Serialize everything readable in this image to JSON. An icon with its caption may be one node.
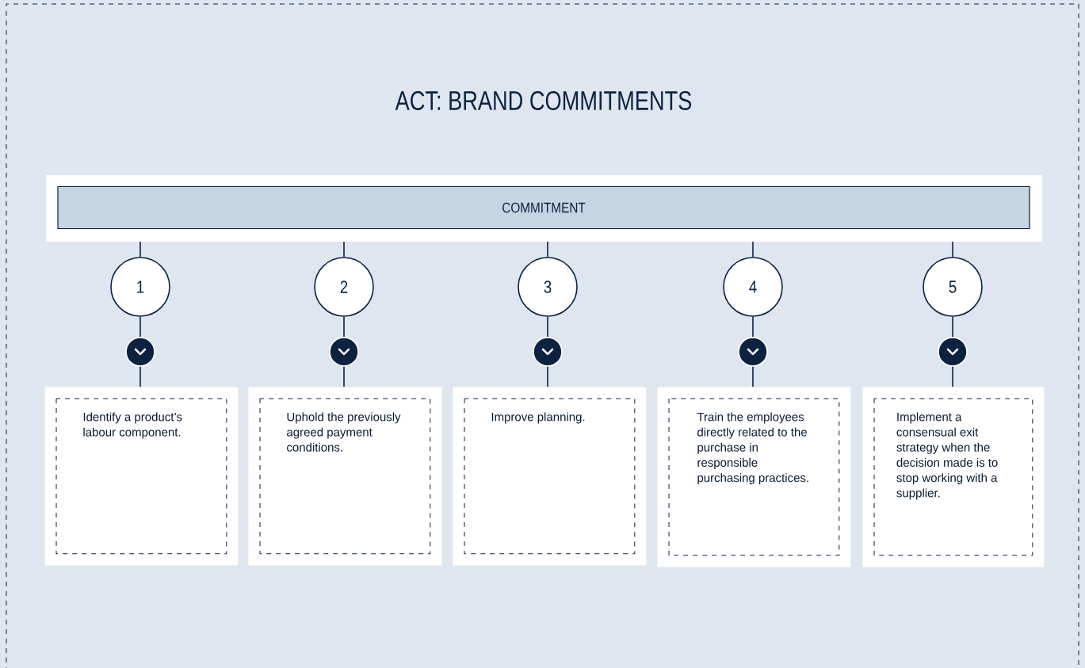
{
  "diagram": {
    "title": "ACT: BRAND COMMITMENTS",
    "nodes": [
      {
        "text": [
          "COMMITMENT"
        ]
      },
      {
        "text": [
          "1"
        ]
      },
      {
        "text": [
          "2"
        ]
      },
      {
        "text": [
          "3"
        ]
      },
      {
        "text": [
          "4"
        ]
      },
      {
        "text": [
          "5"
        ]
      },
      {
        "text": [
          "Identify a product’s labour component."
        ]
      },
      {
        "text": [
          "Uphold the previously agreed payment conditions."
        ]
      },
      {
        "text": [
          "Improve planning."
        ]
      },
      {
        "text": [
          "Train the employees directly related to the purchase in responsible purchasing practices."
        ]
      },
      {
        "text": [
          "Implement a consensual exit strategy when the decision made is to stop working with a supplier."
        ]
      }
    ],
    "edges": [
      {
        "from": 0,
        "to": 1,
        "arrow": "none"
      },
      {
        "from": 0,
        "to": 2,
        "arrow": "none"
      },
      {
        "from": 0,
        "to": 3,
        "arrow": "none"
      },
      {
        "from": 0,
        "to": 4,
        "arrow": "none"
      },
      {
        "from": 0,
        "to": 5,
        "arrow": "none"
      },
      {
        "from": 1,
        "to": 6,
        "arrow": "to"
      },
      {
        "from": 2,
        "to": 7,
        "arrow": "to"
      },
      {
        "from": 3,
        "to": 8,
        "arrow": "to"
      },
      {
        "from": 4,
        "to": 9,
        "arrow": "to"
      },
      {
        "from": 5,
        "to": 10,
        "arrow": "to"
      }
    ]
  }
}
